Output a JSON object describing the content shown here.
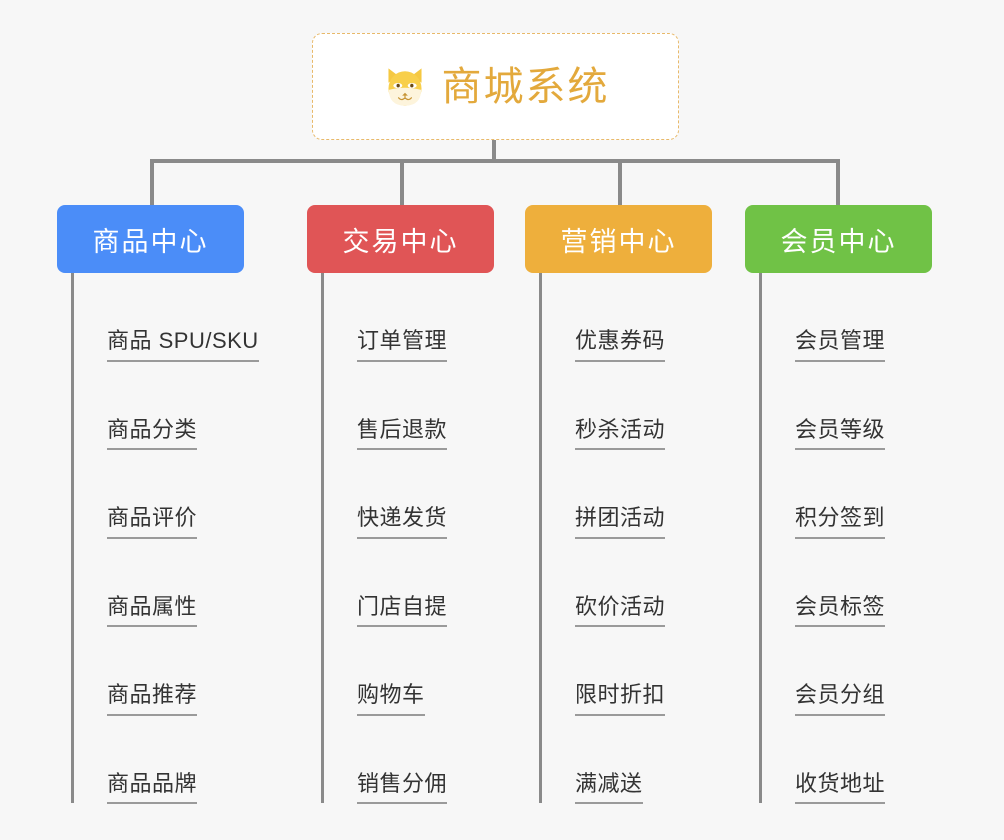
{
  "page": {
    "background_color": "#f7f7f7",
    "title": "商城系统"
  },
  "root": {
    "icon": "shiba-dog-face-icon",
    "label": "商城系统",
    "text_color": "#e3a93c",
    "border_color": "#e8b96a"
  },
  "connector": {
    "color": "#8a8a8a"
  },
  "categories": [
    {
      "label": "商品中心",
      "color": "#4b8df8",
      "items": [
        {
          "label": "商品 SPU/SKU"
        },
        {
          "label": "商品分类"
        },
        {
          "label": "商品评价"
        },
        {
          "label": "商品属性"
        },
        {
          "label": "商品推荐"
        },
        {
          "label": "商品品牌"
        }
      ]
    },
    {
      "label": "交易中心",
      "color": "#e05556",
      "items": [
        {
          "label": "订单管理"
        },
        {
          "label": "售后退款"
        },
        {
          "label": "快递发货"
        },
        {
          "label": "门店自提"
        },
        {
          "label": "购物车"
        },
        {
          "label": "销售分佣"
        }
      ]
    },
    {
      "label": "营销中心",
      "color": "#eeaf3c",
      "items": [
        {
          "label": "优惠券码"
        },
        {
          "label": "秒杀活动"
        },
        {
          "label": "拼团活动"
        },
        {
          "label": "砍价活动"
        },
        {
          "label": "限时折扣"
        },
        {
          "label": "满减送"
        }
      ]
    },
    {
      "label": "会员中心",
      "color": "#70c246",
      "items": [
        {
          "label": "会员管理"
        },
        {
          "label": "会员等级"
        },
        {
          "label": "积分签到"
        },
        {
          "label": "会员标签"
        },
        {
          "label": "会员分组"
        },
        {
          "label": "收货地址"
        }
      ]
    }
  ]
}
